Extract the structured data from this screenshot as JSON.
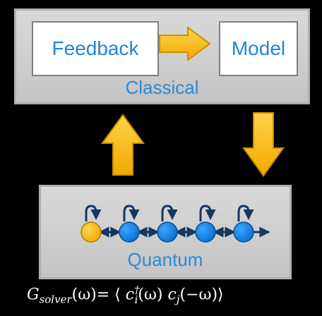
{
  "classical": {
    "label": "Classical",
    "feedback_label": "Feedback",
    "model_label": "Model"
  },
  "quantum": {
    "label": "Quantum",
    "site_count": 5
  },
  "formula": {
    "G": "G",
    "subscript": "solver",
    "arg": "(ω)= ⟨ ",
    "c1": "c",
    "c1_sub": "i",
    "c1_sup": "†",
    "c1_arg": "(ω) ",
    "c2": "c",
    "c2_sub": "j",
    "c2_arg": "(−ω)⟩"
  },
  "colors": {
    "arrow_fill": "#ffc000",
    "arrow_stroke": "#c98f00",
    "label_blue": "#1f86d6",
    "site_blue": "#0a84e8",
    "site_yellow": "#ffc000",
    "bond_navy": "#17365d"
  }
}
